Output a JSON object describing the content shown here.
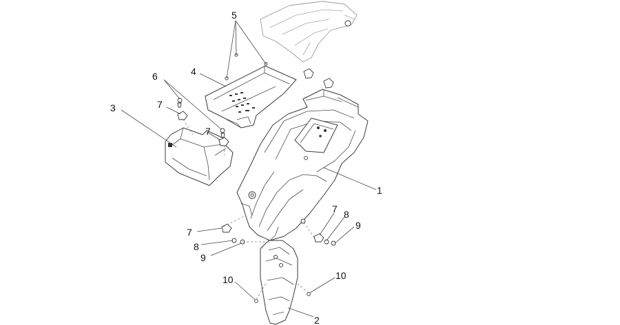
{
  "callouts": {
    "c1": "1",
    "c2": "2",
    "c3": "3",
    "c4": "4",
    "c5": "5",
    "c6": "6",
    "c7a": "7",
    "c7b": "7",
    "c7c": "7",
    "c7d": "7",
    "c8a": "8",
    "c8b": "8",
    "c9a": "9",
    "c9b": "9",
    "c10a": "10",
    "c10b": "10"
  }
}
